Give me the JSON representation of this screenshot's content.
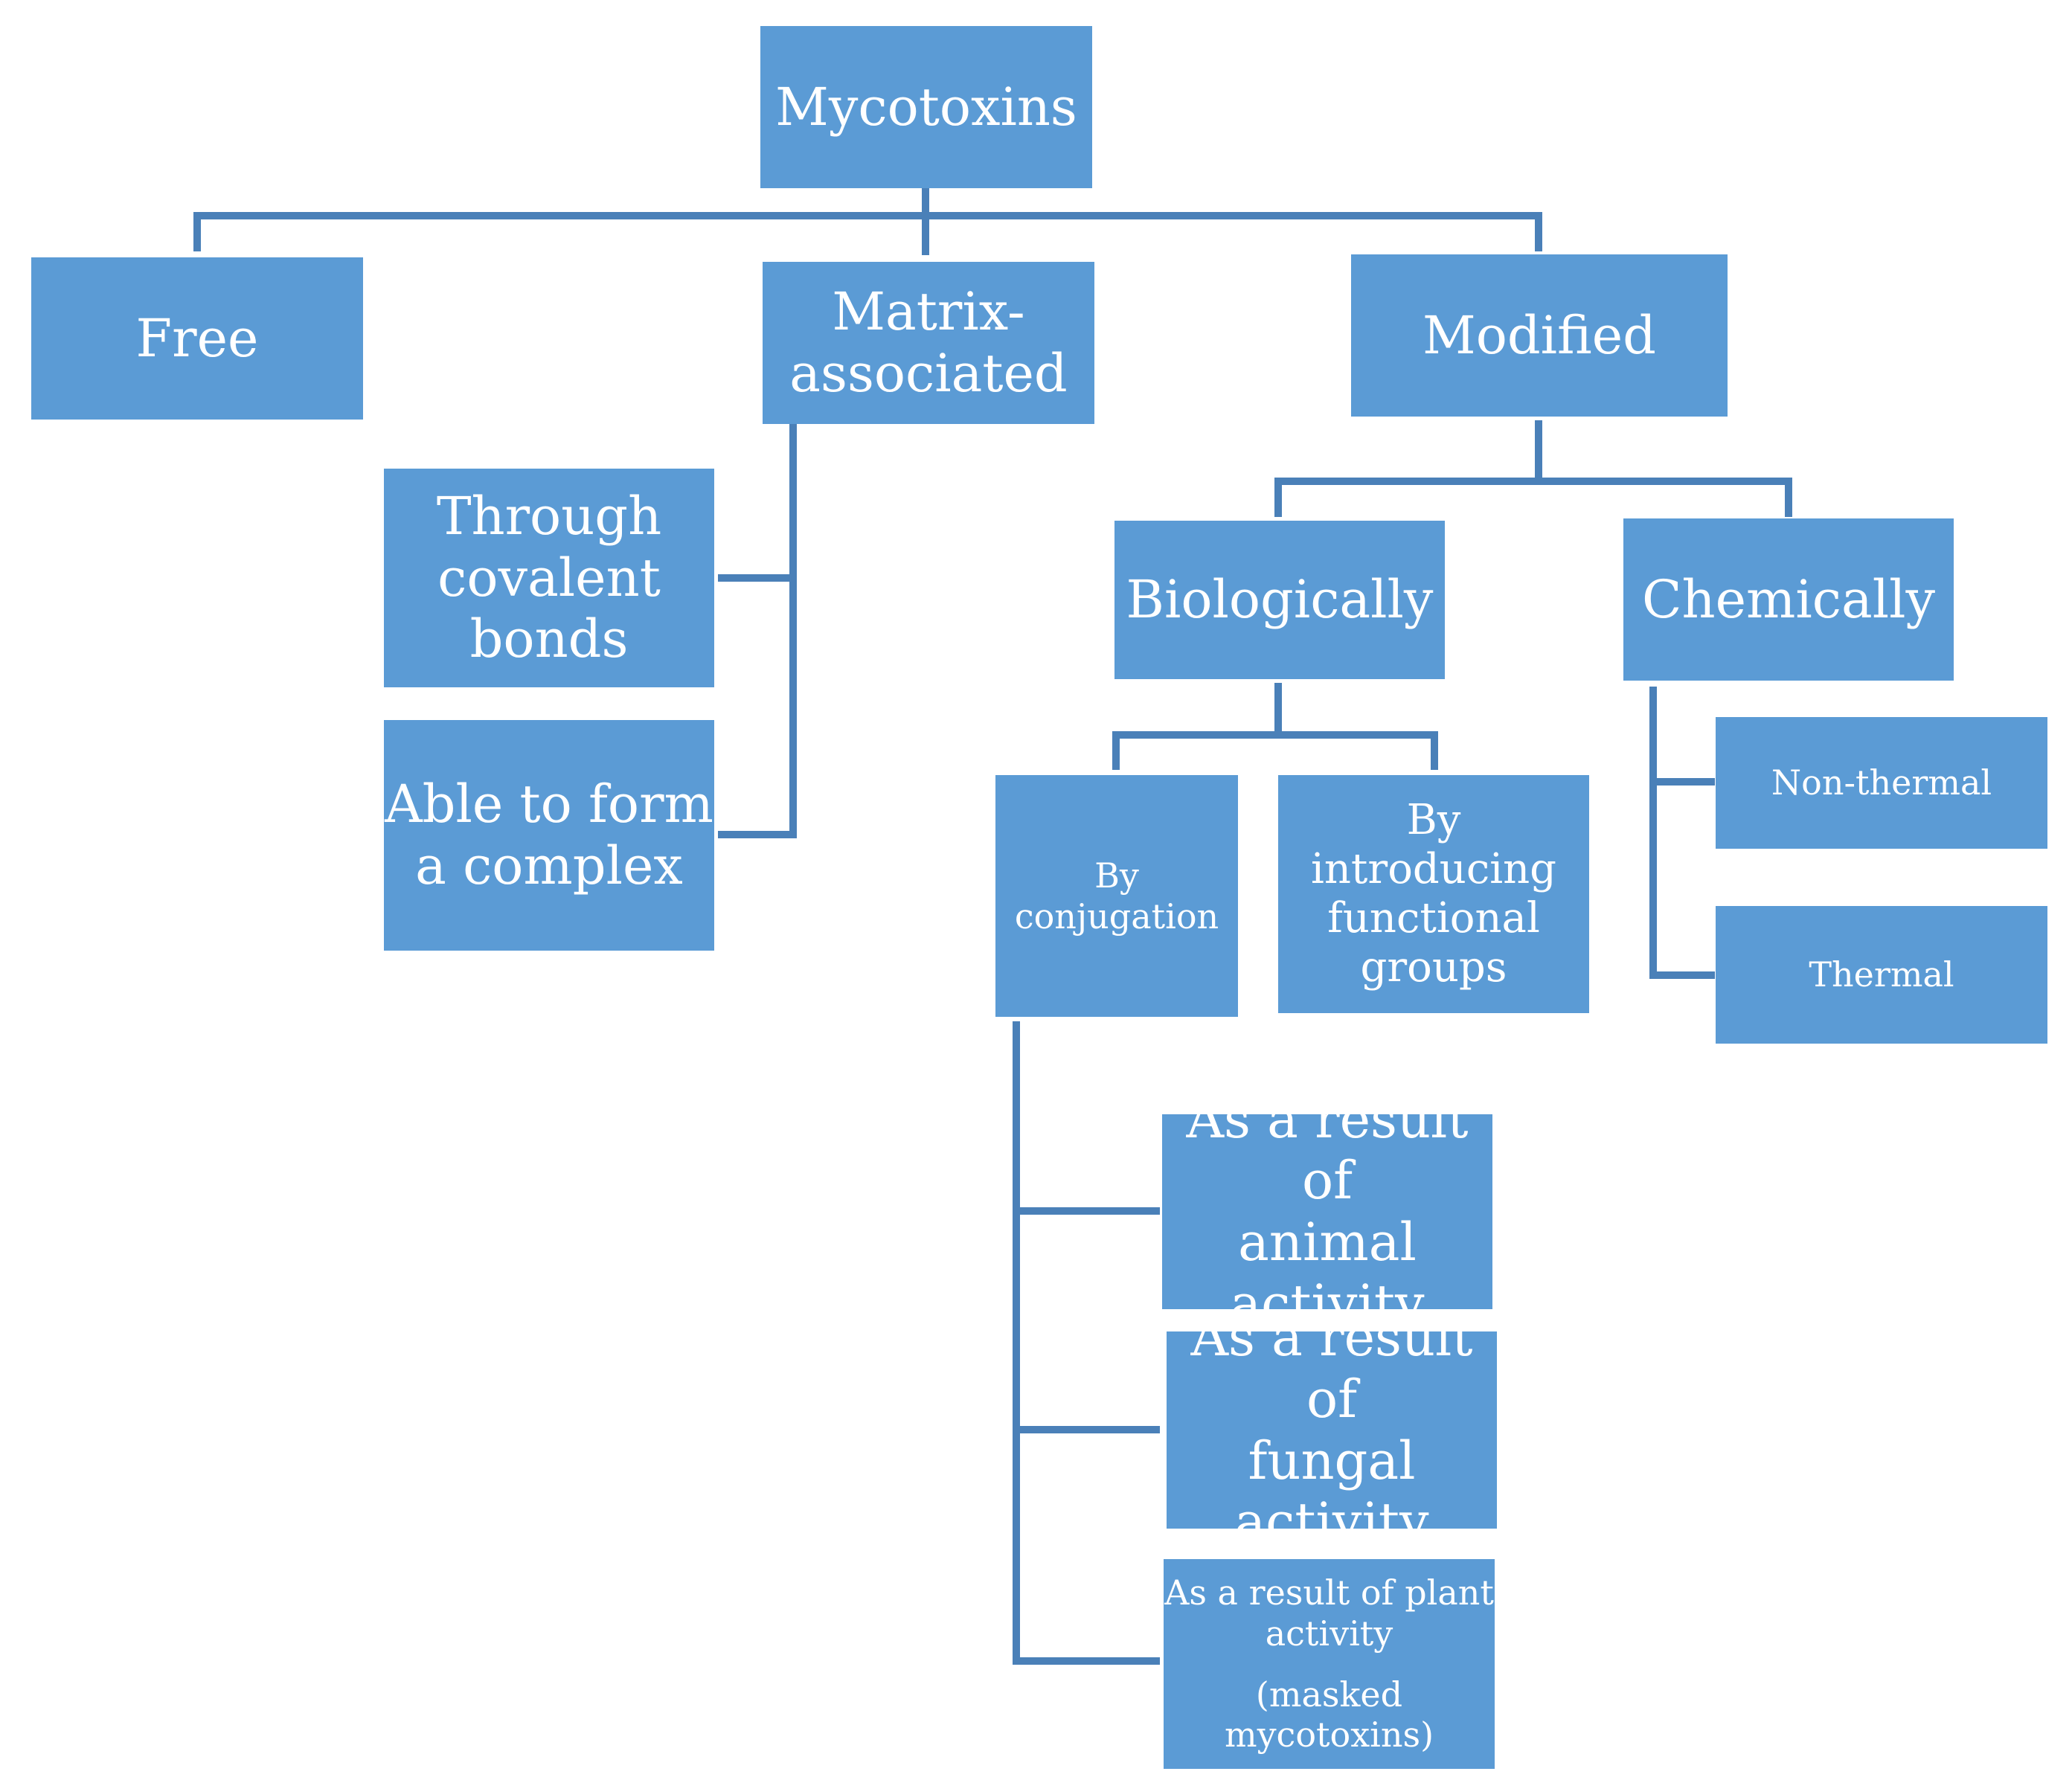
{
  "root": {
    "label": "Mycotoxins"
  },
  "level1": {
    "free": "Free",
    "matrix_associated": [
      "Matrix-",
      "associated"
    ],
    "modified": "Modified"
  },
  "matrix_children": {
    "covalent": [
      "Through",
      "covalent",
      "bonds"
    ],
    "complex": [
      "Able to form",
      "a complex"
    ]
  },
  "modified_children": {
    "biologically": "Biologically",
    "chemically": "Chemically"
  },
  "biological_children": {
    "conjugation": [
      "By",
      "conjugation"
    ],
    "functional": [
      "By introducing",
      "functional",
      "groups"
    ]
  },
  "chemical_children": {
    "non_thermal": "Non-thermal",
    "thermal": "Thermal"
  },
  "conjugation_children": {
    "animal": [
      "As a result of",
      "animal activity"
    ],
    "fungal": [
      "As a result of",
      "fungal activity"
    ],
    "plant": [
      "As a result of plant",
      "activity",
      "(masked",
      "mycotoxins)"
    ]
  },
  "colors": {
    "box_fill": "#5b9bd5",
    "connector": "#4a80b8",
    "text": "#ffffff"
  }
}
